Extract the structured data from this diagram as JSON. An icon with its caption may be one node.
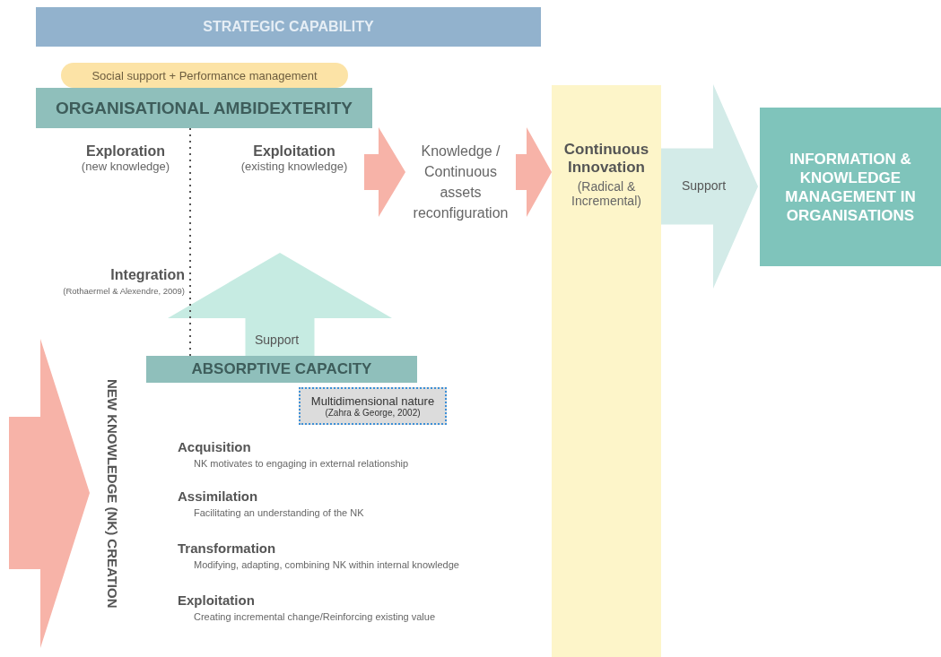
{
  "diagram": {
    "nodes": [
      {
        "text": [
          "STRATEGIC CAPABILITY"
        ]
      },
      {
        "text": [
          "Social support + Performance management"
        ]
      },
      {
        "text": [
          "ORGANISATIONAL AMBIDEXTERITY"
        ]
      },
      {
        "text": [
          "Exploration",
          "(new knowledge)"
        ]
      },
      {
        "text": [
          "Exploitation",
          "(existing knowledge)"
        ]
      },
      {
        "text": [
          "Knowledge / Continuous assets reconfiguration"
        ]
      },
      {
        "text": [
          "Continuous Innovation",
          "(Radical & Incremental)"
        ]
      },
      {
        "text": [
          "INFORMATION & KNOWLEDGE MANAGEMENT IN ORGANISATIONS"
        ]
      },
      {
        "text": [
          "Integration",
          "(Rothaermel & Alexendre, 2009)"
        ]
      },
      {
        "text": [
          "ABSORPTIVE CAPACITY"
        ]
      },
      {
        "text": [
          "Multidimensional nature",
          "(Zahra & George, 2002)"
        ]
      },
      {
        "text": [
          "NEW KNOWLEDGE (NK) CREATION"
        ]
      },
      {
        "text": [
          "Acquisition",
          "NK motivates to engaging in external relationship"
        ]
      },
      {
        "text": [
          "Assimilation",
          "Facilitating an understanding of the NK"
        ]
      },
      {
        "text": [
          "Transformation",
          "Modifying, adapting, combining NK within internal knowledge"
        ]
      },
      {
        "text": [
          "Exploitation",
          "Creating incremental change/Reinforcing existing value"
        ]
      }
    ],
    "edges": [
      {
        "from": 4,
        "to": 5,
        "arrow": "to",
        "style": "thick",
        "color": "#f7b3a8"
      },
      {
        "from": 5,
        "to": 6,
        "arrow": "to",
        "style": "thick",
        "color": "#f7b3a8"
      },
      {
        "from": 6,
        "to": 7,
        "arrow": "to",
        "label": "Support",
        "style": "thick",
        "color": "#d3ebe8"
      },
      {
        "from": 9,
        "to": null,
        "arrow": "to",
        "label": "Support",
        "style": "thick",
        "color": "#c6ebe2"
      },
      {
        "from": 2,
        "to": 9,
        "arrow": "none",
        "style": "dashed",
        "color": "#555555"
      }
    ]
  }
}
